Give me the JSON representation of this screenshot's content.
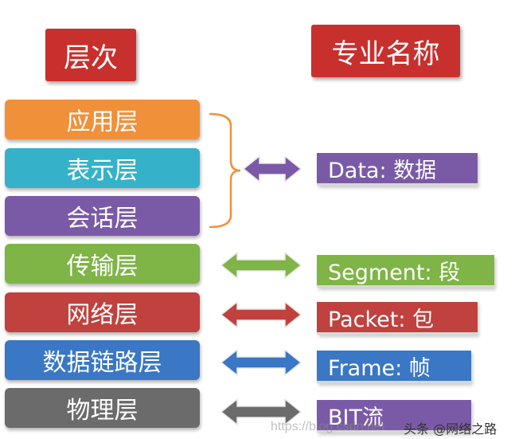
{
  "headers": {
    "left": "层次",
    "right": "专业名称"
  },
  "layers": [
    {
      "label": "应用层",
      "color": "#f0913a"
    },
    {
      "label": "表示层",
      "color": "#35b2c9"
    },
    {
      "label": "会话层",
      "color": "#7a5aa6"
    },
    {
      "label": "传输层",
      "color": "#7fb446"
    },
    {
      "label": "网络层",
      "color": "#c0413d"
    },
    {
      "label": "数据链路层",
      "color": "#3a77c4"
    },
    {
      "label": "物理层",
      "color": "#6b6b6b"
    }
  ],
  "names": [
    {
      "label": "Data: 数据",
      "color": "#7a5aa6"
    },
    {
      "label": "Segment: 段",
      "color": "#7fb446"
    },
    {
      "label": "Packet: 包",
      "color": "#c0413d"
    },
    {
      "label": "Frame: 帧",
      "color": "#3a77c4"
    },
    {
      "label": "BIT流",
      "color": "#7a5aa6"
    }
  ],
  "bracket_color": "#f0913a",
  "watermark": "https://blog.csdn.net",
  "credit": "头条 @网络之路"
}
